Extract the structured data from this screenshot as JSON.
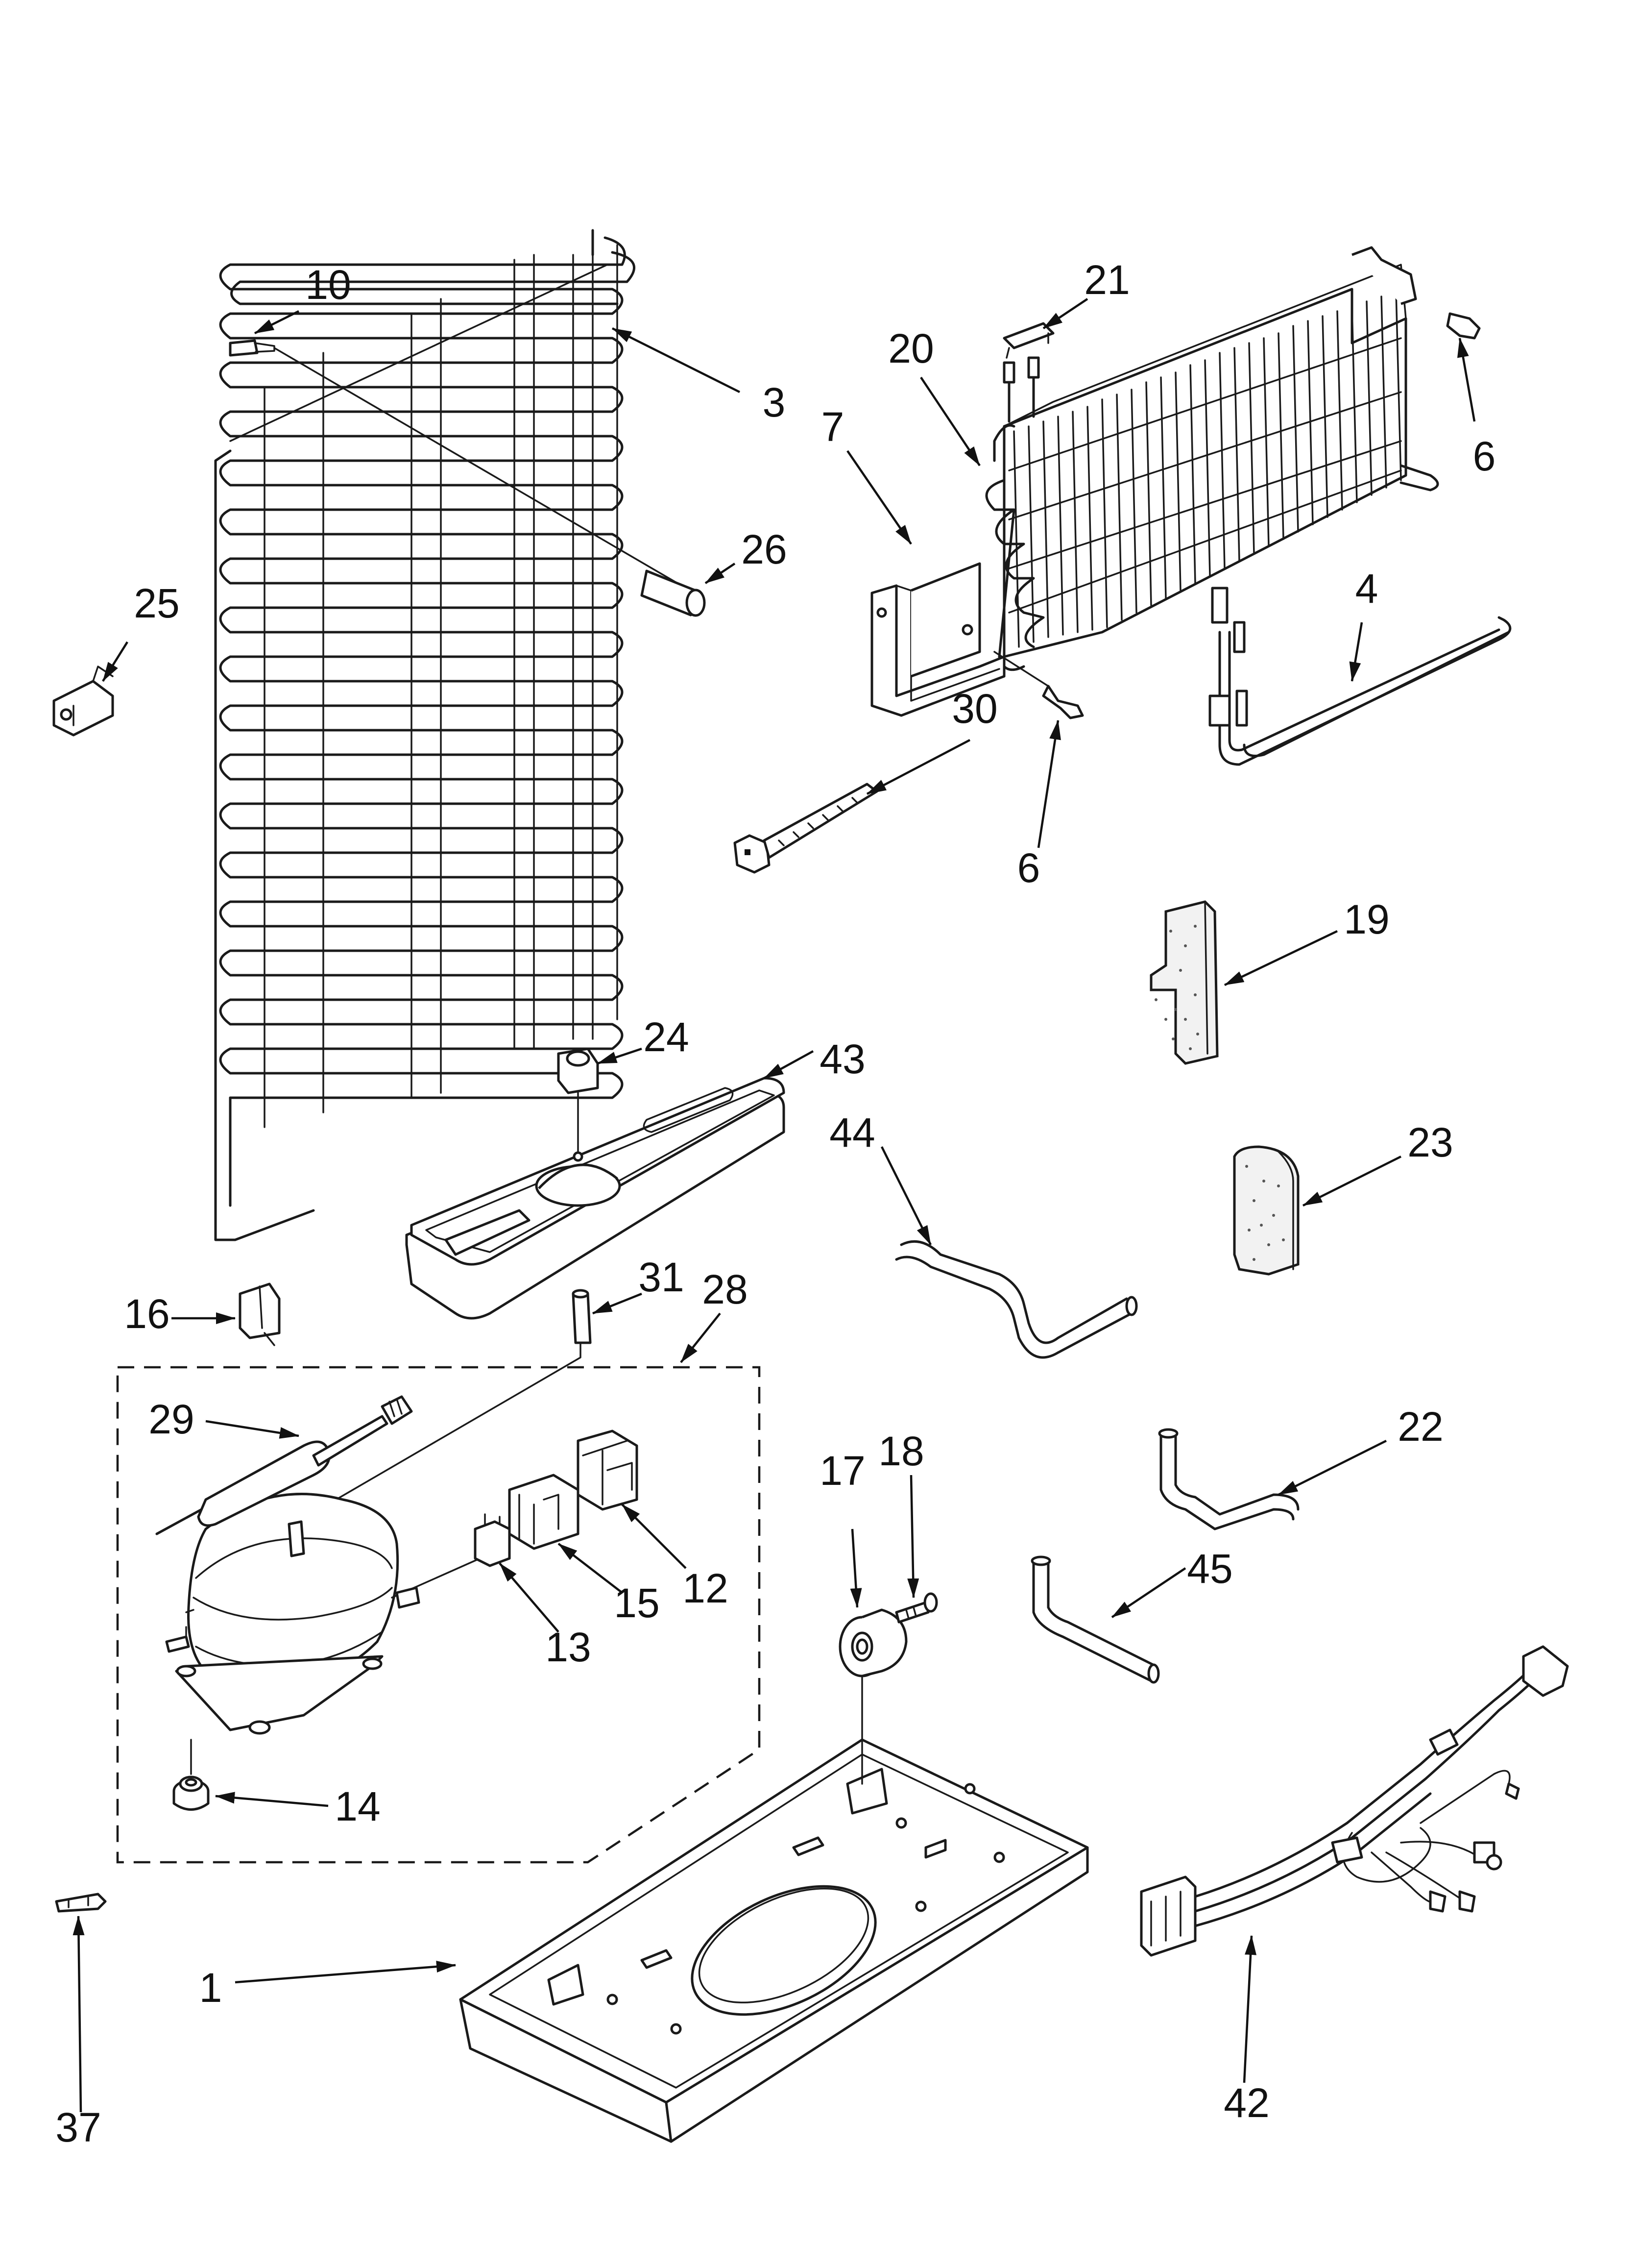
{
  "diagram": {
    "callouts": [
      {
        "label": "10"
      },
      {
        "label": "3"
      },
      {
        "label": "26"
      },
      {
        "label": "25"
      },
      {
        "label": "21"
      },
      {
        "label": "20"
      },
      {
        "label": "7"
      },
      {
        "label": "6"
      },
      {
        "label": "4"
      },
      {
        "label": "30"
      },
      {
        "label": "6"
      },
      {
        "label": "19"
      },
      {
        "label": "24"
      },
      {
        "label": "43"
      },
      {
        "label": "44"
      },
      {
        "label": "23"
      },
      {
        "label": "16"
      },
      {
        "label": "31"
      },
      {
        "label": "28"
      },
      {
        "label": "29"
      },
      {
        "label": "22"
      },
      {
        "label": "17"
      },
      {
        "label": "18"
      },
      {
        "label": "15"
      },
      {
        "label": "12"
      },
      {
        "label": "13"
      },
      {
        "label": "45"
      },
      {
        "label": "14"
      },
      {
        "label": "37"
      },
      {
        "label": "1"
      },
      {
        "label": "42"
      }
    ]
  }
}
